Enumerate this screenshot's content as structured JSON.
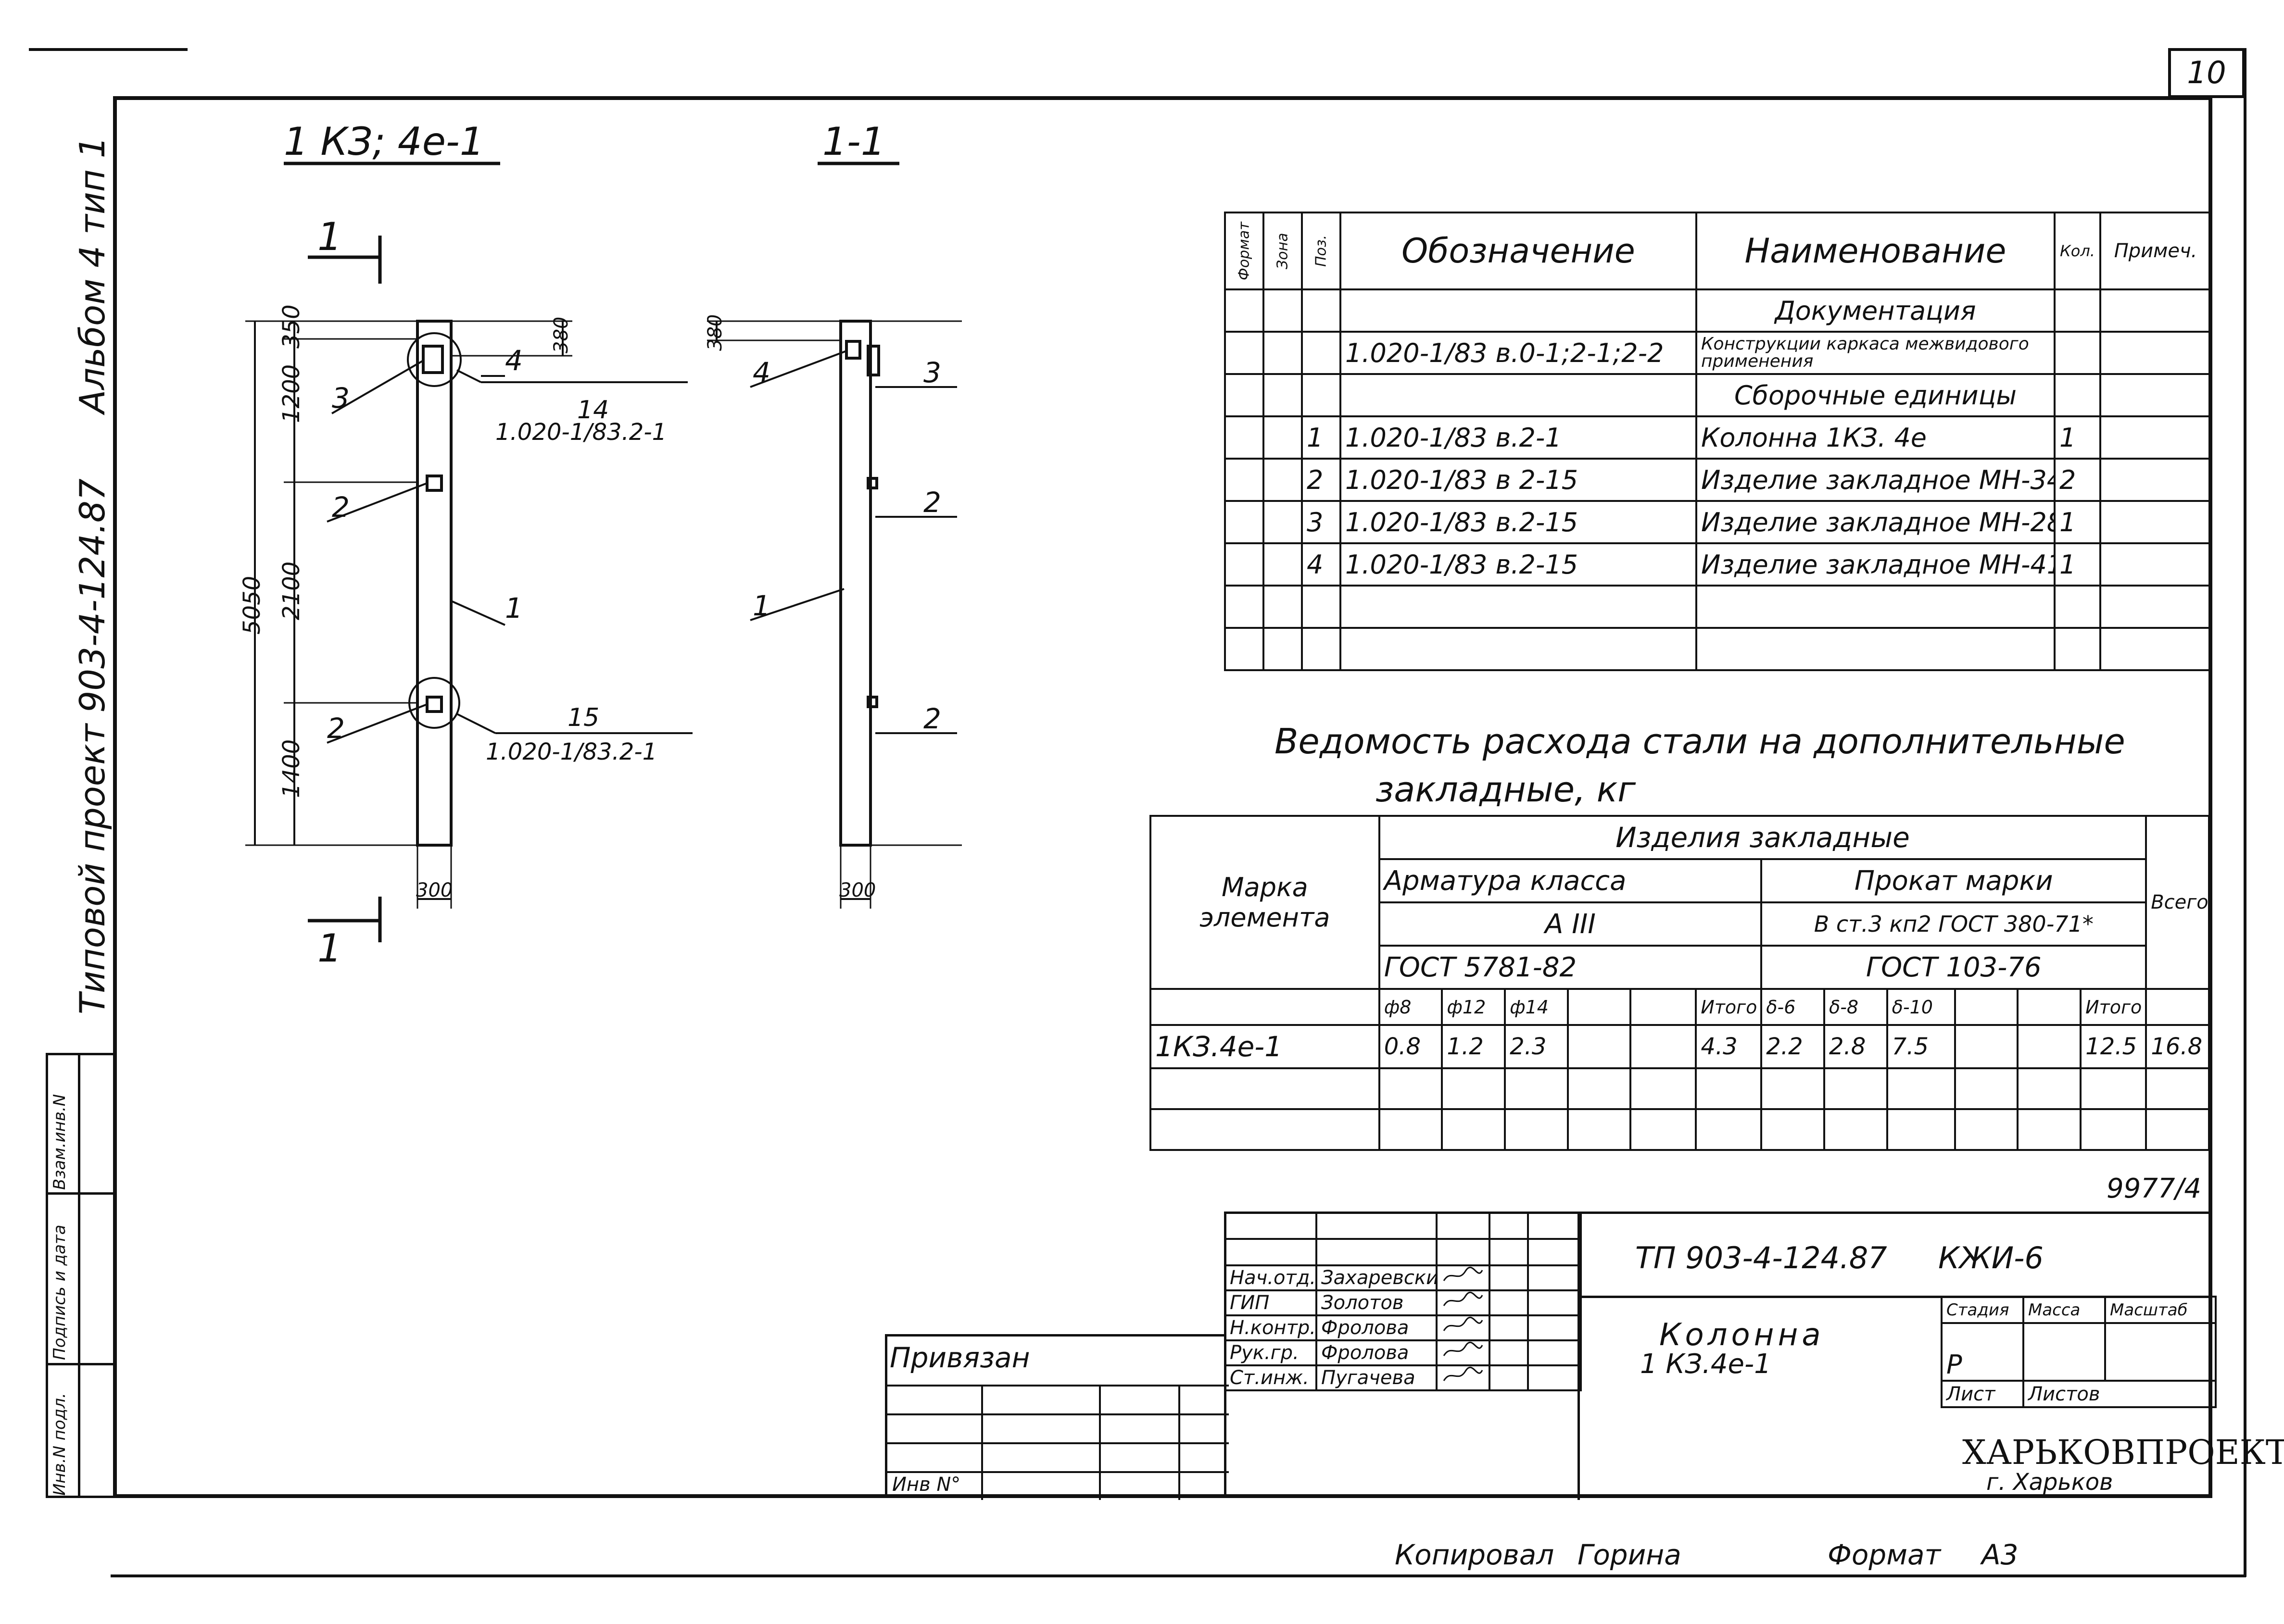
{
  "sheet": {
    "number": "10",
    "side_title": "Альбом 4 тип 1",
    "side_project": "Типовой проект 903-4-124.87",
    "side_stamps": [
      "Инв.N подл.",
      "Подпись и дата",
      "Взам.инв.N"
    ]
  },
  "drawing": {
    "view_front_label": "1 КЗ; 4е-1",
    "view_section_label": "1-1",
    "section_mark": "1",
    "dims_front": [
      "350",
      "1200",
      "2100",
      "1400",
      "5050",
      "300",
      "380"
    ],
    "dims_section": [
      "380",
      "350",
      "1200",
      "2100",
      "5050",
      "1400",
      "300"
    ],
    "callouts_front": [
      "3",
      "4",
      "14",
      "1.020-1/83.2-1",
      "2",
      "1",
      "2",
      "15",
      "1.020-1/83.2-1"
    ],
    "callouts_section": [
      "4",
      "3",
      "2",
      "1",
      "2"
    ]
  },
  "spec_table": {
    "headers": [
      "Формат",
      "Зона",
      "Поз.",
      "Обозначение",
      "Наименование",
      "Кол.",
      "Примеч."
    ],
    "rows": [
      {
        "pos": "",
        "designation": "",
        "name": "Документация",
        "qty": "",
        "note": ""
      },
      {
        "pos": "",
        "designation": "1.020-1/83 в.0-1;2-1;2-2",
        "name": "Конструкции каркаса межвидового применения",
        "qty": "",
        "note": ""
      },
      {
        "pos": "",
        "designation": "",
        "name": "Сборочные единицы",
        "qty": "",
        "note": ""
      },
      {
        "pos": "1",
        "designation": "1.020-1/83  в.2-1",
        "name": "Колонна 1КЗ. 4е",
        "qty": "1",
        "note": ""
      },
      {
        "pos": "2",
        "designation": "1.020-1/83 в 2-15",
        "name": "Изделие закладное МН-34",
        "qty": "2",
        "note": ""
      },
      {
        "pos": "3",
        "designation": "1.020-1/83  в.2-15",
        "name": "Изделие закладное МН-28",
        "qty": "1",
        "note": ""
      },
      {
        "pos": "4",
        "designation": "1.020-1/83  в.2-15",
        "name": "Изделие закладное МН-41",
        "qty": "1",
        "note": ""
      },
      {
        "pos": "",
        "designation": "",
        "name": "",
        "qty": "",
        "note": ""
      },
      {
        "pos": "",
        "designation": "",
        "name": "",
        "qty": "",
        "note": ""
      }
    ]
  },
  "steel_table": {
    "title": "Ведомость расхода стали на дополнительные",
    "title2": "закладные, кг",
    "col_mark": "Марка элемента",
    "group": "Изделия закладные",
    "rebar": "Арматура класса",
    "rebar_class": "А III",
    "rebar_gost": "ГОСТ 5781-82",
    "rolled": "Прокат марки",
    "rolled_grade": "В ст.3 кп2 ГОСТ 380-71*",
    "rolled_gost": "ГОСТ 103-76",
    "total": "Всего",
    "sub": [
      "ф8",
      "ф12",
      "ф14",
      "",
      "",
      "Итого",
      "δ-6",
      "δ-8",
      "δ-10",
      "",
      "",
      "Итого"
    ],
    "row": {
      "mark": "1КЗ.4е-1",
      "values": [
        "0.8",
        "1.2",
        "2.3",
        "",
        "",
        "4.3",
        "2.2",
        "2.8",
        "7.5",
        "",
        "",
        "12.5"
      ],
      "total": "16.8"
    }
  },
  "title_block": {
    "ref": "9977/4",
    "staff": [
      {
        "role": "Нач.отд.",
        "name": "Захаревский"
      },
      {
        "role": "ГИП",
        "name": "Золотов"
      },
      {
        "role": "Н.контр.",
        "name": "Фролова"
      },
      {
        "role": "Рук.гр.",
        "name": "Фролова"
      },
      {
        "role": "Ст.инж.",
        "name": "Пугачева"
      }
    ],
    "doc_code": "ТП 903-4-124.87",
    "doc_mark": "КЖИ-6",
    "object": "Колонна",
    "object2": "1 КЗ.4е-1",
    "stage_label": "Стадия",
    "mass_label": "Масса",
    "scale_label": "Масштаб",
    "stage": "Р",
    "sheet_label": "Лист",
    "sheets_label": "Листов",
    "org": "ХАРЬКОВПРОЕКТ",
    "city": "г. Харьков",
    "attached": "Привязан",
    "inv": "Инв N°"
  },
  "footer": {
    "copied": "Копировал",
    "copier": "Горина",
    "format_label": "Формат",
    "format": "А3"
  }
}
